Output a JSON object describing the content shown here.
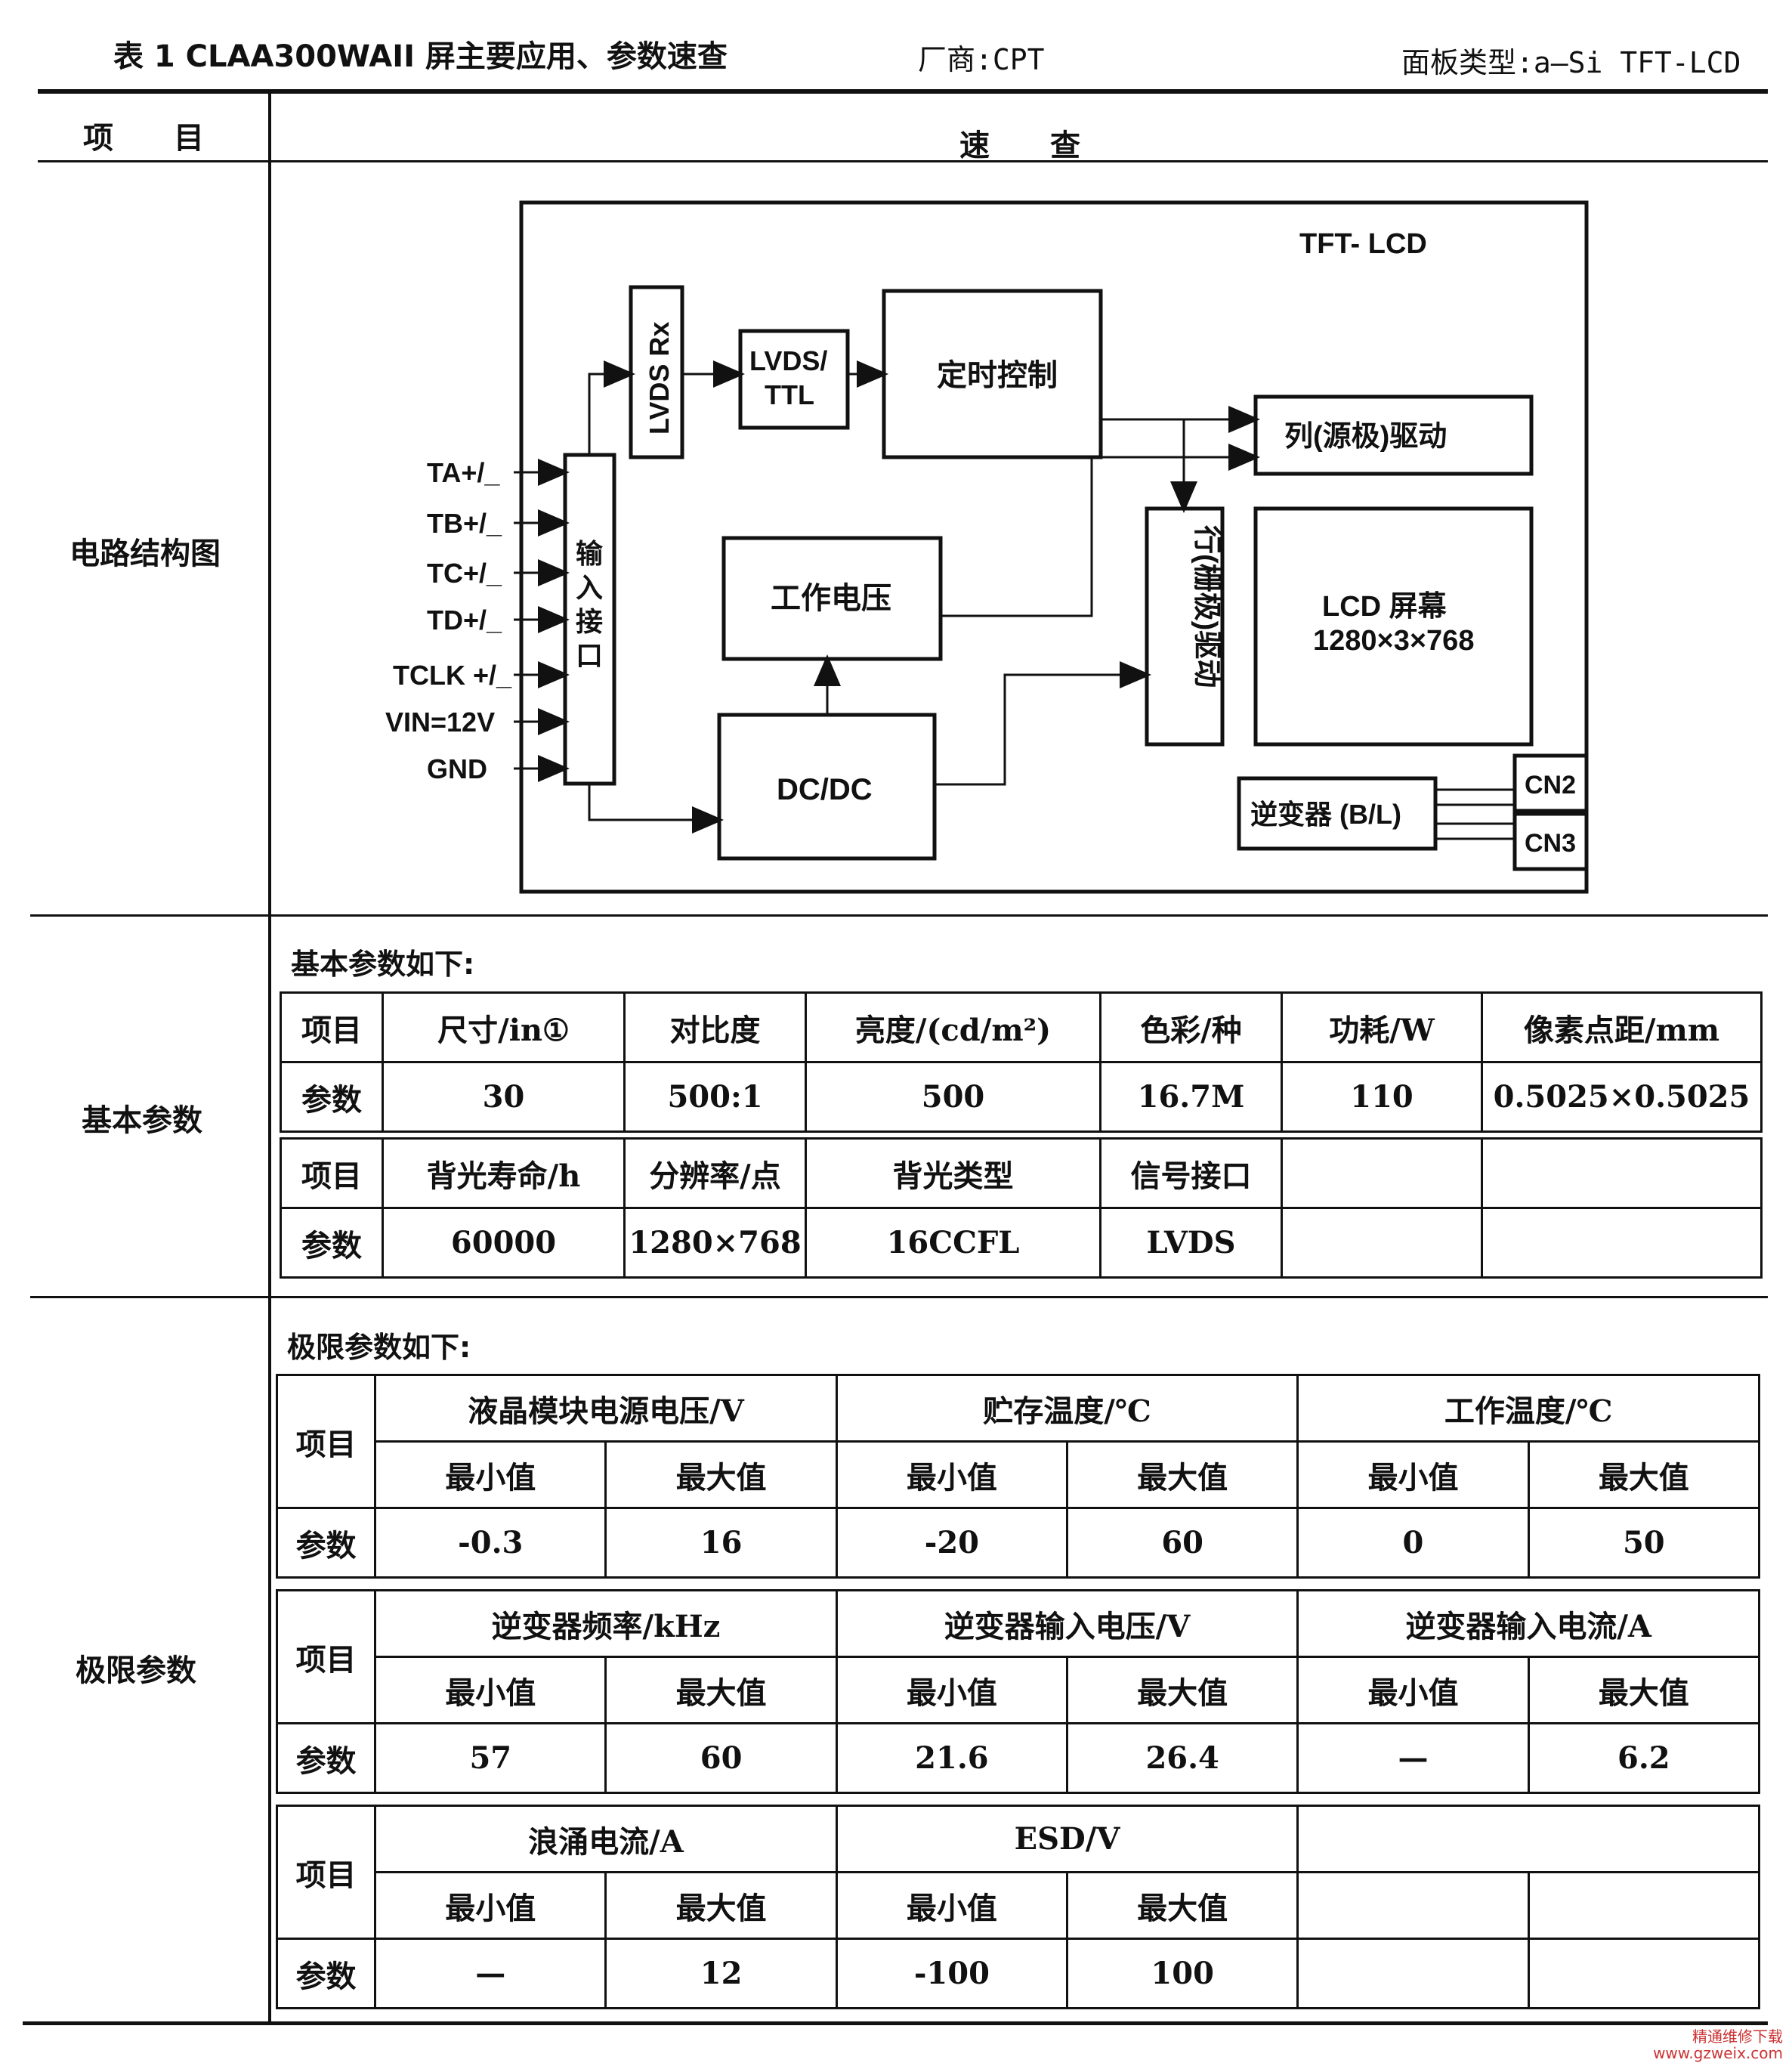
{
  "header": {
    "title": "表 1  CLAA300WAII 屏主要应用、参数速查",
    "manufacturer": "厂商:CPT",
    "panel_type": "面板类型:a—Si TFT-LCD"
  },
  "columns": {
    "item": "项　　目",
    "lookup": "速　　查"
  },
  "rows": {
    "circuit": "电路结构图",
    "basic": "基本参数",
    "limit": "极限参数"
  },
  "diagram": {
    "title": "TFT- LCD",
    "lvds_rx": "LVDS Rx",
    "lvds_ttl": [
      "LVDS/",
      "TTL"
    ],
    "timing": "定时控制",
    "column_drive": "列(源极)驱动",
    "row_drive": "行(栅极)驱动",
    "input_interface": [
      "输",
      "入",
      "接",
      "口"
    ],
    "work_voltage": "工作电压",
    "dcdc": "DC/DC",
    "lcd_screen": [
      "LCD 屏幕",
      "1280×3×768"
    ],
    "inverter": "逆变器 (B/L)",
    "cn2": "CN2",
    "cn3": "CN3",
    "inputs": [
      "TA+/_",
      "TB+/_",
      "TC+/_",
      "TD+/_",
      "TCLK +/_",
      "VIN=12V",
      "GND"
    ]
  },
  "basic": {
    "intro": "基本参数如下:",
    "table1": {
      "header": [
        "项目",
        "尺寸/in①",
        "对比度",
        "亮度/(cd/m²)",
        "色彩/种",
        "功耗/W",
        "像素点距/mm"
      ],
      "values": [
        "参数",
        "30",
        "500:1",
        "500",
        "16.7M",
        "110",
        "0.5025×0.5025"
      ]
    },
    "table2": {
      "header": [
        "项目",
        "背光寿命/h",
        "分辨率/点",
        "背光类型",
        "信号接口",
        "",
        ""
      ],
      "values": [
        "参数",
        "60000",
        "1280×768",
        "16CCFL",
        "LVDS",
        "",
        ""
      ]
    }
  },
  "limit": {
    "intro": "极限参数如下:",
    "item_label": "项目",
    "param_label": "参数",
    "min": "最小值",
    "max": "最大值",
    "tables": [
      {
        "groups": [
          "液晶模块电源电压/V",
          "贮存温度/℃",
          "工作温度/℃"
        ],
        "values": [
          "-0.3",
          "16",
          "-20",
          "60",
          "0",
          "50"
        ]
      },
      {
        "groups": [
          "逆变器频率/kHz",
          "逆变器输入电压/V",
          "逆变器输入电流/A"
        ],
        "values": [
          "57",
          "60",
          "21.6",
          "26.4",
          "—",
          "6.2"
        ]
      },
      {
        "groups": [
          "浪涌电流/A",
          "ESD/V",
          ""
        ],
        "values": [
          "—",
          "12",
          "-100",
          "100",
          "",
          ""
        ]
      }
    ]
  },
  "watermark": [
    "精通维修下载",
    "www.gzweix.com"
  ]
}
